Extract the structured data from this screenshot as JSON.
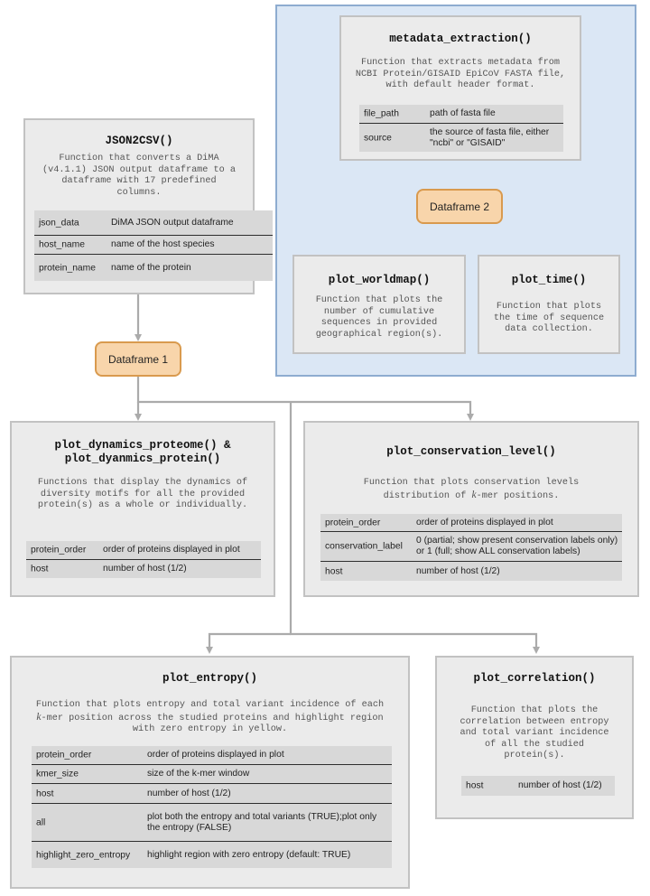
{
  "json2csv": {
    "title": "JSON2CSV()",
    "desc": "Function that converts a DiMA (v4.1.1) JSON output dataframe to a dataframe with 17 predefined columns.",
    "params": [
      {
        "name": "json_data",
        "desc": "DiMA JSON output dataframe"
      },
      {
        "name": "host_name",
        "desc": "name of the host species"
      },
      {
        "name": "protein_name",
        "desc": "name of the protein"
      }
    ]
  },
  "dataframe1": "Dataframe 1",
  "dataframe2": "Dataframe 2",
  "metadata_extraction": {
    "title": "metadata_extraction()",
    "desc": "Function that extracts metadata from NCBI Protein/GISAID EpiCoV FASTA file, with default header format.",
    "params": [
      {
        "name": "file_path",
        "desc": "path of fasta file"
      },
      {
        "name": "source",
        "desc": "the source of fasta file, either \"ncbi\" or \"GISAID\""
      }
    ]
  },
  "plot_worldmap": {
    "title": "plot_worldmap()",
    "desc": "Function that plots the number of cumulative sequences in provided geographical region(s)."
  },
  "plot_time": {
    "title": "plot_time()",
    "desc": "Function that plots the time of sequence data collection."
  },
  "plot_dynamics": {
    "title_line1": "plot_dynamics_proteome() &",
    "title_line2": "plot_dyanmics_protein()",
    "desc": "Functions that display the dynamics of diversity motifs for all the provided protein(s) as a whole or individually.",
    "params": [
      {
        "name": "protein_order",
        "desc": "order of proteins displayed in plot"
      },
      {
        "name": "host",
        "desc": "number of host (1/2)"
      }
    ]
  },
  "plot_conservation": {
    "title": "plot_conservation_level()",
    "desc_pre": "Function that plots conservation levels distribution of ",
    "desc_k": "k",
    "desc_post": "-mer positions.",
    "params": [
      {
        "name": "protein_order",
        "desc": "order of proteins displayed in plot"
      },
      {
        "name": "conservation_label",
        "desc": "0 (partial; show present conservation labels only) or 1 (full; show ALL conservation labels)"
      },
      {
        "name": "host",
        "desc": "number of host (1/2)"
      }
    ]
  },
  "plot_entropy": {
    "title": "plot_entropy()",
    "desc_pre": "Function that plots entropy and total variant incidence of each ",
    "desc_k": "k",
    "desc_post": "-mer position across the studied proteins and highlight region with zero entropy in yellow.",
    "params": [
      {
        "name": "protein_order",
        "desc": "order of proteins displayed in plot"
      },
      {
        "name": "kmer_size",
        "desc": "size of the k-mer window"
      },
      {
        "name": "host",
        "desc": "number of host (1/2)"
      },
      {
        "name": "all",
        "desc": "plot both the entropy and total variants (TRUE);plot only the entropy (FALSE)"
      },
      {
        "name": "highlight_zero_entropy",
        "desc": "highlight region with zero entropy (default: TRUE)"
      }
    ]
  },
  "plot_correlation": {
    "title": "plot_correlation()",
    "desc": "Function that plots the correlation between entropy and total variant incidence of all the studied protein(s).",
    "params": [
      {
        "name": "host",
        "desc": "number of host (1/2)"
      }
    ]
  }
}
